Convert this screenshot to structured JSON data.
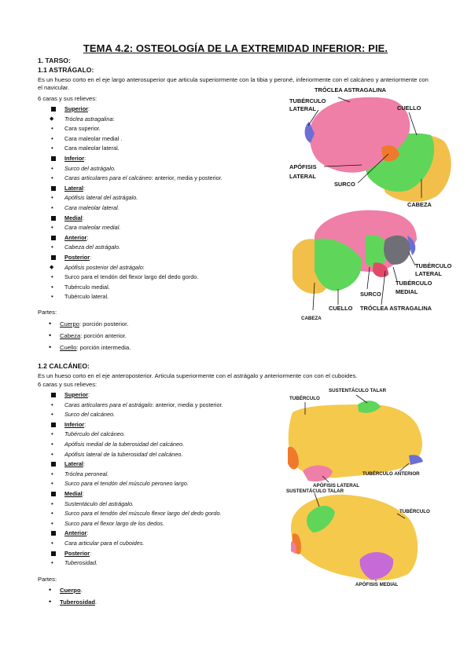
{
  "title": "TEMA 4.2: OSTEOLOGÍA DE LA EXTREMIDAD INFERIOR: PIE.",
  "tarso": {
    "heading": "1. TARSO:",
    "astragalo_heading": "1.1 ASTRÁGALO:",
    "intro": "Es un hueso corto en el eje largo anterosuperior que articula superiormente con la tibia y peroné, inferiormente con el calcáneo y anteriormente con el navicular.",
    "caras": "6 caras y sus relieves:",
    "items": [
      {
        "t": "Superior",
        "colon": ":"
      },
      {
        "t": "Tróclea astragalina",
        "colon": ":"
      },
      {
        "t": "Cara superior."
      },
      {
        "t": "Cara maleolar medial ."
      },
      {
        "t": "Cara maleolar lateral."
      },
      {
        "t": "Inferior",
        "colon": ":"
      },
      {
        "t": "Surco del astrágalo."
      },
      {
        "t": "Caras articulares para el calcáneo",
        "rest": ": anterior, media y posterior."
      },
      {
        "t": "Lateral",
        "colon": ":"
      },
      {
        "t": "Apófisis lateral del astrágalo."
      },
      {
        "t": "Cara maleolar lateral."
      },
      {
        "t": "Medial",
        "colon": ":"
      },
      {
        "t": "Cara maleolar medial."
      },
      {
        "t": "Anterior",
        "colon": ":"
      },
      {
        "t": "Cabeza del astrágalo."
      },
      {
        "t": "Posterior",
        "colon": ":"
      },
      {
        "t": "Apófisis posterior del astrágalo",
        "colon": ":"
      },
      {
        "t": "Surco para el tendón del flexor largo del dedo gordo."
      },
      {
        "t": "Tubérculo medial."
      },
      {
        "t": "Tubérculo lateral."
      }
    ],
    "partes_label": "Partes:",
    "partes": [
      {
        "k": "Cuerpo",
        "v": ": porción posterior."
      },
      {
        "k": "Cabeza",
        "v": ": porción anterior."
      },
      {
        "k": "Cuello",
        "v": ": porción intermedia."
      }
    ]
  },
  "calcaneo": {
    "heading": "1.2 CALCÁNEO:",
    "intro": "Es un hueso corto en el eje anteroposterior. Articula superiormente con el astrágalo y anteriormente con con el cuboides.",
    "caras": "6 caras y sus relieves:",
    "items": [
      {
        "t": "Superior",
        "colon": ":"
      },
      {
        "t": "Caras articulares para el astrágalo",
        "rest": ": anterior, media y posterior."
      },
      {
        "t": "Surco del calcáneo."
      },
      {
        "t": "Inferior",
        "colon": ":"
      },
      {
        "t": "Tubérculo del calcáneo."
      },
      {
        "t": "Apófisis medial de la tuberosidad del calcáneo."
      },
      {
        "t": "Apófisis lateral de la tuberosidad del calcáneo."
      },
      {
        "t": "Lateral",
        "colon": ":"
      },
      {
        "t": "Tróclea peroneal."
      },
      {
        "t": "Surco para el tendón del músculo peroneo largo."
      },
      {
        "t": "Medial",
        "colon": ":"
      },
      {
        "t": "Sustentáculo del astrágalo."
      },
      {
        "t": "Surco para el tendón del músculo flexor largo del dedo gordo."
      },
      {
        "t": "Surco para el flexor largo de los dedos."
      },
      {
        "t": "Anterior",
        "colon": ":"
      },
      {
        "t": "Cara articular para el cuboides."
      },
      {
        "t": "Posterior",
        "colon": ":"
      },
      {
        "t": "Tuberosidad."
      }
    ],
    "partes_label": "Partes:",
    "partes": [
      {
        "k": "Cuerpo",
        "v": "."
      },
      {
        "k": "Tuberosidad",
        "v": "."
      }
    ]
  },
  "labels": {
    "troclea": "TRÓCLEA ASTRAGALINA",
    "tub_lateral_1": "TUBÉRCULO",
    "tub_lateral_2": "LATERAL",
    "cuello": "CUELLO",
    "apofisis_1": "APÓFISIS",
    "apofisis_2": "LATERAL",
    "surco": "SURCO",
    "cabeza": "CABEZA",
    "tub_lateral_b1": "TUBÉRCULO",
    "tub_lateral_b2": "LATERAL",
    "tub_medial_1": "TUBÉRCULO",
    "tub_medial_2": "MEDIAL",
    "surco_b": "SURCO",
    "cuello_b": "CUELLO",
    "troclea_b": "TRÓCLEA ASTRAGALINA",
    "cabeza_b": "CABEZA",
    "c_tuberculo": "TUBÉRCULO",
    "c_sustentaculo": "SUSTENTÁCULO TALAR",
    "c_tub_anterior": "TUBÉRCULO ANTERIOR",
    "c_apofisis_lateral": "APÓFISIS LATERAL",
    "c_sustentaculo_b": "SUSTENTÁCULO TALAR",
    "c_tuberculo_b": "TUBÉRCULO",
    "c_apofisis_medial": "APÓFISIS MEDIAL"
  }
}
